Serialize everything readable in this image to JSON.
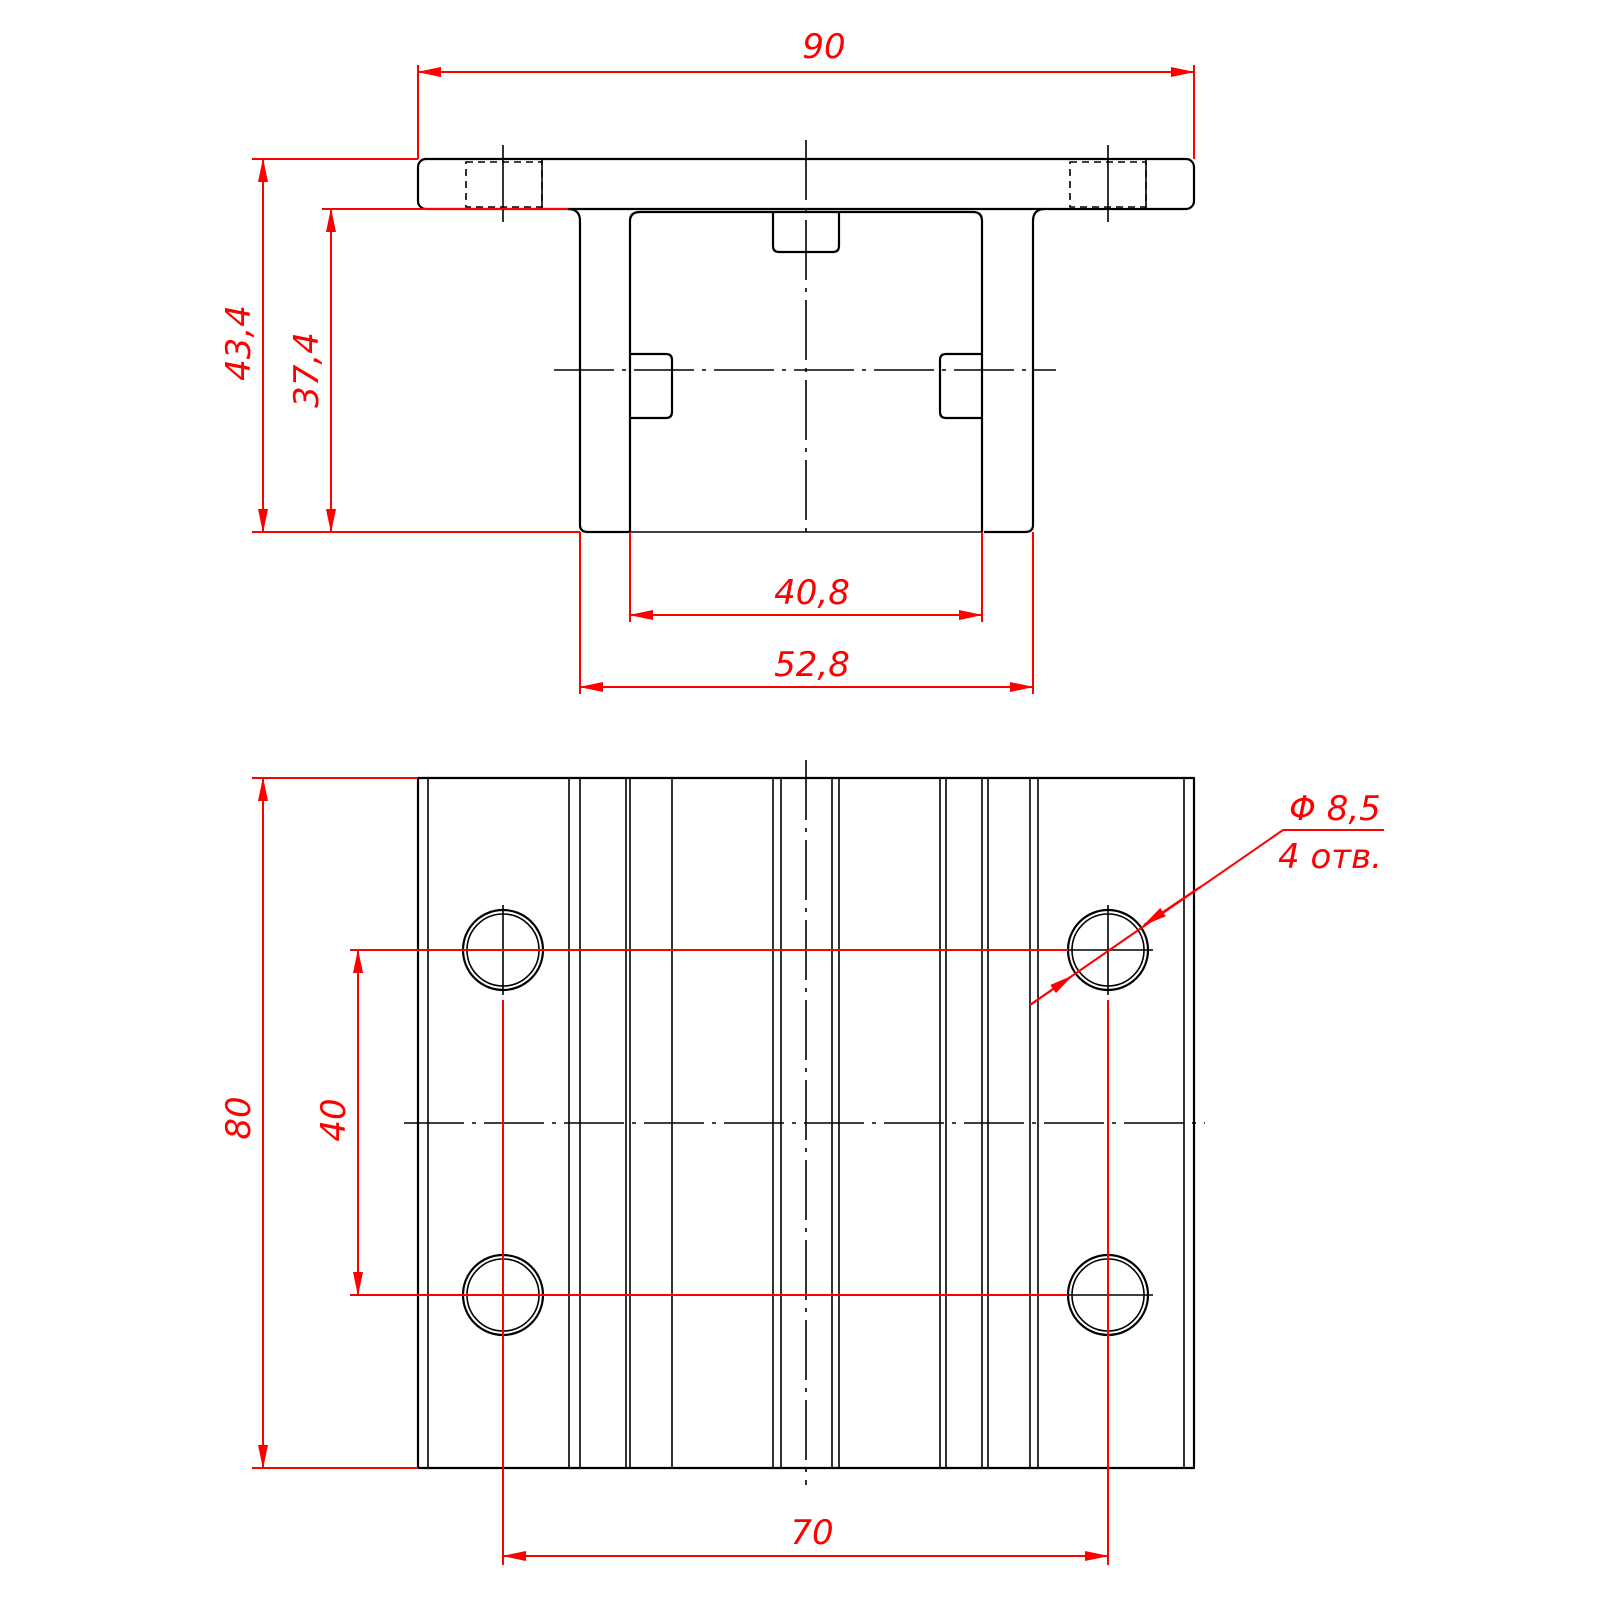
{
  "dimensions": {
    "overall_width": "90",
    "overall_height": "43,4",
    "body_height": "37,4",
    "inner_width": "40,8",
    "outer_width": "52,8",
    "plan_height": "80",
    "hole_spacing_y": "40",
    "hole_spacing_x": "70",
    "hole_diameter": "Φ 8,5",
    "hole_count": "4 отв."
  },
  "colors": {
    "geometry": "#000000",
    "dimensions": "#ff0000",
    "background": "#ffffff"
  }
}
